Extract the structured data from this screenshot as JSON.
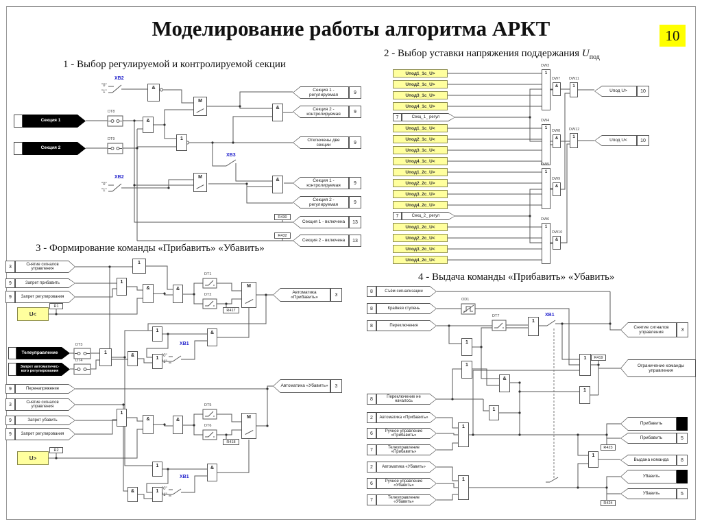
{
  "page": {
    "title": "Моделирование работы алгоритма АРКТ",
    "page_number": "10"
  },
  "glyphs": {
    "and": "&",
    "or": "1",
    "mux": "M",
    "zero": "\"0\"",
    "one": "\"1\""
  },
  "switches": {
    "xb1": "XB1",
    "xb2": "XB2",
    "xb3": "XB3"
  },
  "s1": {
    "title": "1  - Выбор регулируемой и контролируемой секции",
    "inputs": [
      {
        "label": "Секция 1"
      },
      {
        "label": "Секция 2"
      }
    ],
    "dt": [
      "DT8",
      "DT9"
    ],
    "r": [
      "R430",
      "R432"
    ],
    "outputs": [
      {
        "label": "Секция 1 - регулируемая",
        "num": "9"
      },
      {
        "label": "Секция 2 - контролируемая",
        "num": "9"
      },
      {
        "label": "Отключены две секции",
        "num": "9"
      },
      {
        "label": "Секция 1 - контролируемая",
        "num": "9"
      },
      {
        "label": "Секция 2 - регулируемая",
        "num": "9"
      },
      {
        "label": "Секция 1 - включена",
        "num": "13"
      },
      {
        "label": "Секция 2 - включена",
        "num": "13"
      }
    ]
  },
  "s2": {
    "title": "2 - Выбор уставки напряжения поддержания ",
    "title_var": "U",
    "title_sub": "под",
    "rows": [
      {
        "t": "y",
        "label": "Uпод1_1с_U>"
      },
      {
        "t": "y",
        "label": "Uпод2_1с_U>"
      },
      {
        "t": "y",
        "label": "Uпод3_1с_U>"
      },
      {
        "t": "y",
        "label": "Uпод4_1с_U>"
      },
      {
        "t": "a",
        "num": "7",
        "label": "Секц_1_ регул"
      },
      {
        "t": "y",
        "label": "Uпод1_1с_U<"
      },
      {
        "t": "y",
        "label": "Uпод2_1с_U<"
      },
      {
        "t": "y",
        "label": "Uпод3_1с_U<"
      },
      {
        "t": "y",
        "label": "Uпод4_1с_U<"
      },
      {
        "t": "y",
        "label": "Uпод1_2с_U>"
      },
      {
        "t": "y",
        "label": "Uпод2_2с_U>"
      },
      {
        "t": "y",
        "label": "Uпод3_2с_U>"
      },
      {
        "t": "y",
        "label": "Uпод4_2с_U>"
      },
      {
        "t": "a",
        "num": "7",
        "label": "Секц_2_ регул"
      },
      {
        "t": "y",
        "label": "Uпод1_2с_U<"
      },
      {
        "t": "y",
        "label": "Uпод2_2с_U<"
      },
      {
        "t": "y",
        "label": "Uпод3_2с_U<"
      },
      {
        "t": "y",
        "label": "Uпод4_2с_U<"
      }
    ],
    "mux_labels": [
      "DW3",
      "DW4",
      "DW5",
      "DW6"
    ],
    "gate_labels": [
      "DW7",
      "DW8",
      "DW9",
      "DW10",
      "DW11",
      "DW12"
    ],
    "outputs": [
      {
        "label": "Uпод U>",
        "num": "10"
      },
      {
        "label": "Uпод U<",
        "num": "10"
      }
    ]
  },
  "s3": {
    "title": "3 - Формирование команды «Прибавить» «Убавить»",
    "inputs": [
      {
        "num": "3",
        "label": "Снятие сигналов управления"
      },
      {
        "num": "9",
        "label": "Запрет прибавить"
      },
      {
        "num": "9",
        "label": "Запрет регулирования"
      },
      {
        "num": "9",
        "label": "Перенапряжение"
      },
      {
        "num": "3",
        "label": "Снятие сигналов управления"
      },
      {
        "num": "9",
        "label": "Запрет убавить"
      },
      {
        "num": "9",
        "label": "Запрет регулирования"
      }
    ],
    "black_inputs": [
      {
        "label": "Телеуправление"
      },
      {
        "label": "Запрет автоматичес- кого регулирования"
      }
    ],
    "yellow": [
      {
        "label": "U<"
      },
      {
        "label": "U>"
      }
    ],
    "dt": [
      "DT3",
      "DT4",
      "DT1",
      "DT2",
      "DT5",
      "DT6"
    ],
    "r": [
      "R1",
      "R2",
      "R417",
      "R418"
    ],
    "outputs": [
      {
        "label": "Автоматика «Прибавить»",
        "num": "3"
      },
      {
        "label": "Автоматика «Убавить»",
        "num": "3"
      }
    ]
  },
  "s4": {
    "title": "4 - Выдача команды «Прибавить» «Убавить»",
    "inputs": [
      {
        "num": "8",
        "label": "Съём сигнализации"
      },
      {
        "num": "8",
        "label": "Крайняя ступень"
      },
      {
        "num": "8",
        "label": "Переключения"
      },
      {
        "num": "8",
        "label": "Переключение не началось"
      },
      {
        "num": "2",
        "label": "Автоматика «Прибавить»"
      },
      {
        "num": "6",
        "label": "Ручное управление «Прибавить»"
      },
      {
        "num": "7",
        "label": "Телеуправление «Прибавить»"
      },
      {
        "num": "2",
        "label": "Автоматика «Убавить»"
      },
      {
        "num": "6",
        "label": "Ручное управление «Убавить»"
      },
      {
        "num": "7",
        "label": "Телеуправление «Убавить»"
      }
    ],
    "od": "OD1",
    "dt": "DT7",
    "r": [
      "R419",
      "R423",
      "R424"
    ],
    "outputs": [
      {
        "label": "Снятие сигналов управления",
        "num": "3"
      },
      {
        "label": "Ограничение команды управления"
      },
      {
        "label": "Прибавить"
      },
      {
        "label": "Прибавить",
        "num": "5"
      },
      {
        "label": "Выдана команда",
        "num": "8"
      },
      {
        "label": "Убавить"
      },
      {
        "label": "Убавить",
        "num": "5"
      }
    ]
  }
}
